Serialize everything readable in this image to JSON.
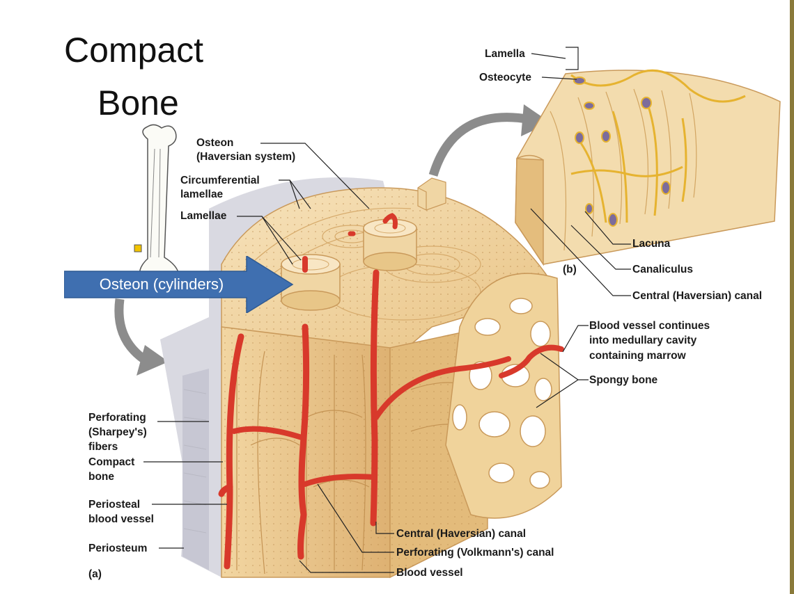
{
  "title": {
    "line1": "Compact",
    "line2": "Bone"
  },
  "callout": "Osteon (cylinders)",
  "panel_a_letter": "(a)",
  "panel_b_letter": "(b)",
  "labels": {
    "lamella": "Lamella",
    "osteocyte": "Osteocyte",
    "osteon_l1": "Osteon",
    "osteon_l2": "(Haversian system)",
    "circ_l1": "Circumferential",
    "circ_l2": "lamellae",
    "lamellae": "Lamellae",
    "lacuna": "Lacuna",
    "canaliculus": "Canaliculus",
    "central_b": "Central (Haversian) canal",
    "bv_cont_l1": "Blood vessel continues",
    "bv_cont_l2": "into medullary cavity",
    "bv_cont_l3": "containing marrow",
    "spongy": "Spongy bone",
    "perf_l1": "Perforating",
    "perf_l2": "(Sharpey's)",
    "perf_l3": "fibers",
    "compact_l1": "Compact",
    "compact_l2": "bone",
    "periosteal_l1": "Periosteal",
    "periosteal_l2": "blood vessel",
    "periosteum": "Periosteum",
    "central_a": "Central (Haversian) canal",
    "volkmann": "Perforating (Volkmann's) canal",
    "blood_vessel": "Blood vessel"
  },
  "colors": {
    "bone_light": "#f6dfb4",
    "bone_mid": "#ecc98c",
    "bone_dark": "#d7a964",
    "vessel": "#d8392b",
    "osteocyte": "#e6b330",
    "periosteum": "#d6d6de",
    "callout_fill": "#3f6fb0",
    "grey_arrow": "#8c8c8c"
  }
}
